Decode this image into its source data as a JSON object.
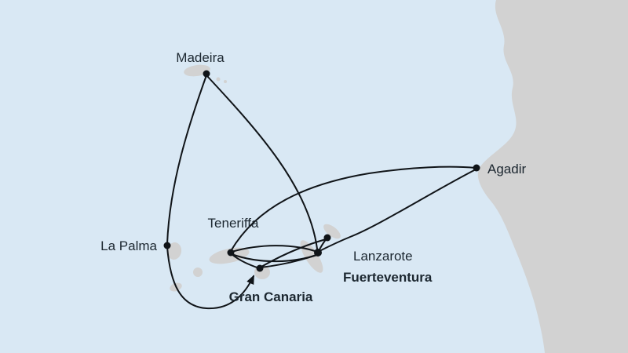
{
  "map": {
    "colors": {
      "sea": "#d9e8f4",
      "land": "#d2d2d2",
      "route": "#101418",
      "label": "#1c2730"
    },
    "ports": [
      {
        "id": "madeira",
        "label": "Madeira",
        "emphasis": "normal"
      },
      {
        "id": "la-palma",
        "label": "La Palma",
        "emphasis": "normal"
      },
      {
        "id": "teneriffa",
        "label": "Teneriffa",
        "emphasis": "normal"
      },
      {
        "id": "gran-canaria",
        "label": "Gran Canaria",
        "emphasis": "bold"
      },
      {
        "id": "fuerteventura",
        "label": "Fuerteventura",
        "emphasis": "bold"
      },
      {
        "id": "lanzarote",
        "label": "Lanzarote",
        "emphasis": "normal"
      },
      {
        "id": "agadir",
        "label": "Agadir",
        "emphasis": "normal"
      }
    ],
    "route_legs": [
      {
        "from": "Madeira",
        "to": "La Palma"
      },
      {
        "from": "La Palma",
        "to": "Gran Canaria"
      },
      {
        "from": "Madeira",
        "to": "Fuerteventura"
      },
      {
        "from": "Teneriffa",
        "to": "Agadir"
      },
      {
        "from": "Agadir",
        "to": "Fuerteventura"
      },
      {
        "from": "Teneriffa",
        "to": "Fuerteventura"
      },
      {
        "from": "Teneriffa",
        "to": "Gran Canaria"
      },
      {
        "from": "Gran Canaria",
        "to": "Fuerteventura"
      },
      {
        "from": "Fuerteventura",
        "to": "Lanzarote"
      },
      {
        "from": "Gran Canaria",
        "to": "Lanzarote"
      }
    ]
  }
}
